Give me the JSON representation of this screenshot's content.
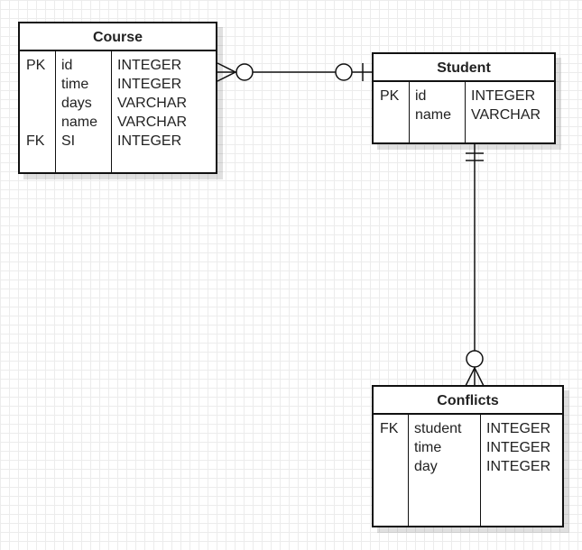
{
  "diagram": {
    "entities": [
      {
        "id": "course",
        "title": "Course",
        "rows": [
          {
            "key": "PK",
            "name": "id",
            "type": "INTEGER"
          },
          {
            "key": "",
            "name": "time",
            "type": "INTEGER"
          },
          {
            "key": "",
            "name": "days",
            "type": "VARCHAR"
          },
          {
            "key": "",
            "name": "name",
            "type": "VARCHAR"
          },
          {
            "key": "FK",
            "name": "SI",
            "type": "INTEGER"
          }
        ]
      },
      {
        "id": "student",
        "title": "Student",
        "rows": [
          {
            "key": "PK",
            "name": "id",
            "type": "INTEGER"
          },
          {
            "key": "",
            "name": "name",
            "type": "VARCHAR"
          }
        ]
      },
      {
        "id": "conflicts",
        "title": "Conflicts",
        "rows": [
          {
            "key": "FK",
            "name": "student",
            "type": "INTEGER"
          },
          {
            "key": "",
            "name": "time",
            "type": "INTEGER"
          },
          {
            "key": "",
            "name": "day",
            "type": "INTEGER"
          }
        ]
      }
    ],
    "relationships": [
      {
        "from": "course",
        "from_end": "zero-or-many",
        "to": "student",
        "to_end": "zero-or-one"
      },
      {
        "from": "student",
        "from_end": "exactly-one",
        "to": "conflicts",
        "to_end": "zero-or-many"
      }
    ]
  }
}
